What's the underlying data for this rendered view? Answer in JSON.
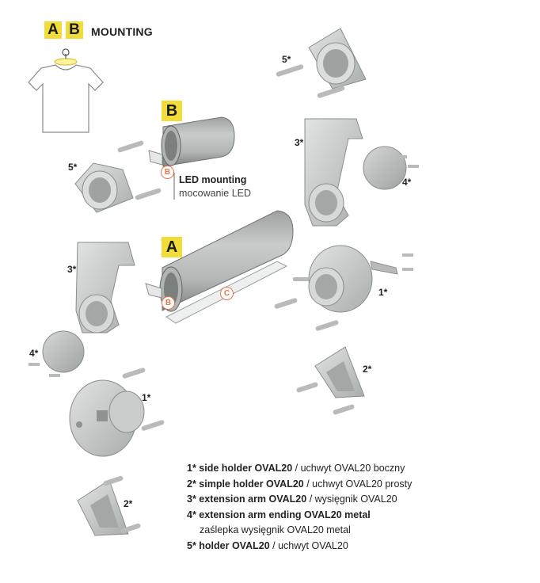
{
  "header": {
    "badge_a": "A",
    "badge_b": "B",
    "title": "MOUNTING"
  },
  "badges": {
    "b_large": "B",
    "a_large": "A",
    "b_small_1": "B",
    "b_small_2": "B",
    "c_small": "C"
  },
  "callouts": {
    "n5_top": "5*",
    "n5_left": "5*",
    "n3_right": "3*",
    "n4_right": "4*",
    "n3_left": "3*",
    "n1_right": "1*",
    "n4_left": "4*",
    "n2_right": "2*",
    "n1_left": "1*",
    "n2_left": "2*"
  },
  "led_label": {
    "line1": "LED mounting",
    "line2": "mocowanie LED"
  },
  "legend": [
    {
      "code": "1* side holder OVAL20",
      "desc": " / uchwyt OVAL20 boczny"
    },
    {
      "code": "2* simple holder OVAL20",
      "desc": " / uchwyt OVAL20 prosty"
    },
    {
      "code": "3* extension arm OVAL20",
      "desc": " / wysięgnik OVAL20"
    },
    {
      "code": "4* extension arm ending OVAL20 metal",
      "desc": ""
    },
    {
      "code": "",
      "desc": "zaślepka wysięgnik OVAL20 metal"
    },
    {
      "code": "5* holder OVAL20",
      "desc": " / uchwyt OVAL20"
    }
  ],
  "colors": {
    "yellow": "#f2dc3a",
    "part_gray": "#cfd2d0",
    "dark_gray": "#8e9391",
    "accent_orange": "#e8734a"
  }
}
